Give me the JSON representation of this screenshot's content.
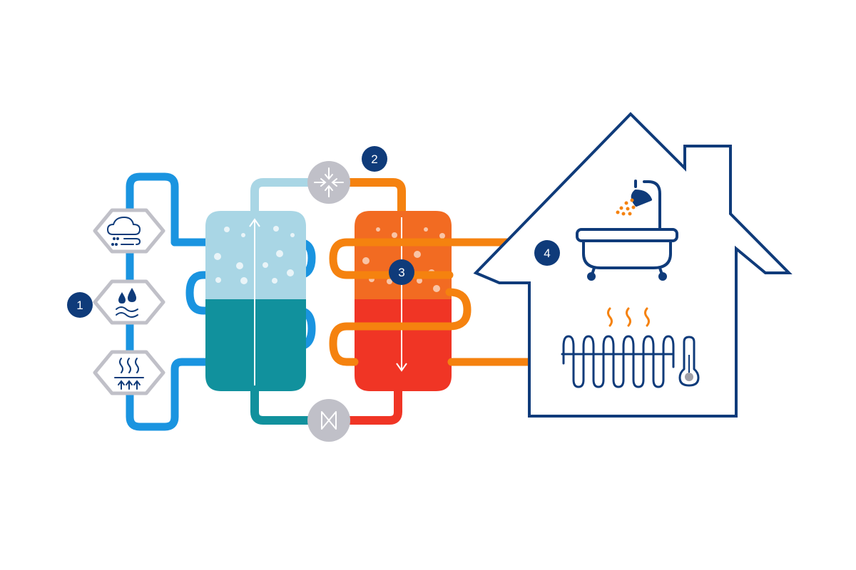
{
  "badges": {
    "b1": "1",
    "b2": "2",
    "b3": "3",
    "b4": "4"
  },
  "icons": {
    "source_air": "cloud-wind-icon",
    "source_water": "water-drop-icon",
    "source_ground": "ground-heat-icon",
    "compressor": "compressor-icon",
    "expansion_valve": "expansion-valve-icon",
    "bathtub_shower": "bathtub-shower-icon",
    "floor_heating": "floor-heating-icon",
    "thermometer": "thermometer-icon"
  },
  "colors": {
    "navy": "#0f3b7a",
    "blue": "#1a94e0",
    "light_blue": "#a9d6e5",
    "teal": "#11919d",
    "orange": "#f5820f",
    "orange_tank": "#f26b22",
    "red": "#f03525",
    "grey": "#c0c0c8"
  }
}
